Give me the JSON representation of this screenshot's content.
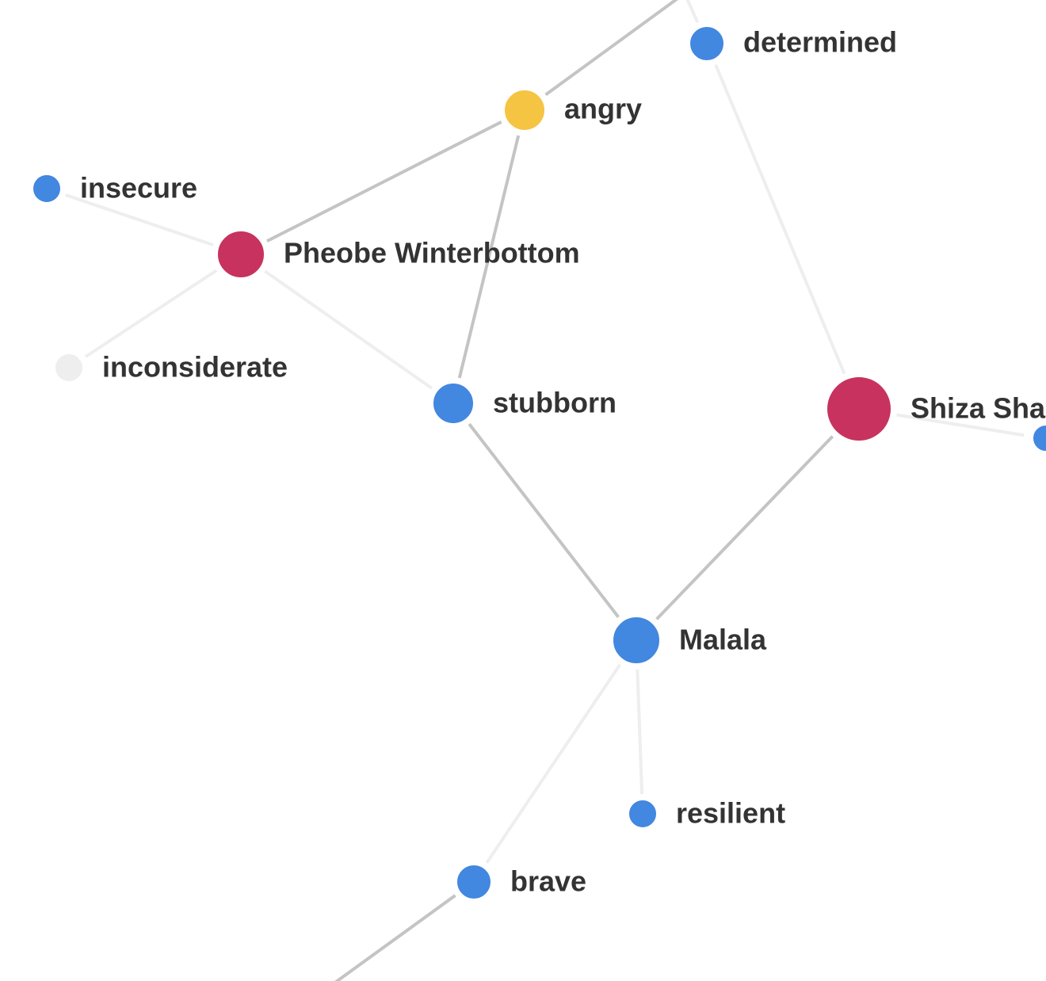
{
  "colors": {
    "person": "#c8325e",
    "trait": "#4287e0",
    "emotion": "#f5c443",
    "inactive": "#eeeeee",
    "edge_strong": "#c4c4c4",
    "edge_weak": "#eeeeee"
  },
  "nodes": [
    {
      "id": "determined",
      "label": "determined",
      "kind": "trait"
    },
    {
      "id": "angry",
      "label": "angry",
      "kind": "emotion"
    },
    {
      "id": "insecure",
      "label": "insecure",
      "kind": "trait"
    },
    {
      "id": "pheobe",
      "label": "Pheobe Winterbottom",
      "kind": "person"
    },
    {
      "id": "inconsiderate",
      "label": "inconsiderate",
      "kind": "inactive"
    },
    {
      "id": "stubborn",
      "label": "stubborn",
      "kind": "trait"
    },
    {
      "id": "shiza",
      "label": "Shiza Shahid",
      "kind": "person"
    },
    {
      "id": "malala",
      "label": "Malala",
      "kind": "trait"
    },
    {
      "id": "resilient",
      "label": "resilient",
      "kind": "trait"
    },
    {
      "id": "brave",
      "label": "brave",
      "kind": "trait"
    }
  ],
  "edges": [
    {
      "from": "angry",
      "to": "offscreen-top",
      "weight": "strong"
    },
    {
      "from": "determined",
      "to": "offscreen-top-2",
      "weight": "weak"
    },
    {
      "from": "angry",
      "to": "pheobe",
      "weight": "strong"
    },
    {
      "from": "angry",
      "to": "stubborn",
      "weight": "strong"
    },
    {
      "from": "insecure",
      "to": "pheobe",
      "weight": "weak"
    },
    {
      "from": "pheobe",
      "to": "inconsiderate",
      "weight": "weak"
    },
    {
      "from": "pheobe",
      "to": "stubborn",
      "weight": "weak"
    },
    {
      "from": "determined",
      "to": "shiza",
      "weight": "weak"
    },
    {
      "from": "stubborn",
      "to": "malala",
      "weight": "strong"
    },
    {
      "from": "shiza",
      "to": "malala",
      "weight": "strong"
    },
    {
      "from": "shiza",
      "to": "offscreen-right",
      "weight": "weak"
    },
    {
      "from": "malala",
      "to": "resilient",
      "weight": "weak"
    },
    {
      "from": "malala",
      "to": "brave",
      "weight": "weak"
    },
    {
      "from": "brave",
      "to": "offscreen-bottom",
      "weight": "strong"
    }
  ]
}
